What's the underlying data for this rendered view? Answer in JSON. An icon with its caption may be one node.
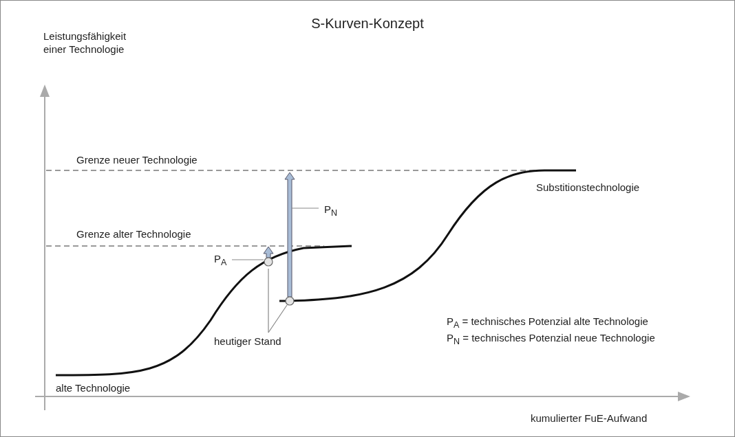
{
  "diagram": {
    "title": "S-Kurven-Konzept",
    "nodes": [
      {
        "text": [
          "heutiger Stand"
        ]
      },
      {
        "text": [],
        "shape": "circle"
      },
      {
        "text": [],
        "shape": "circle"
      },
      {
        "text": [
          "P$_{A}$"
        ]
      },
      {
        "text": [
          "P$_{N}$"
        ]
      }
    ],
    "edges": [
      {
        "from": 0,
        "to": 1,
        "arrow": "none"
      },
      {
        "from": 0,
        "to": 2,
        "arrow": "none"
      },
      {
        "from": 3,
        "to": 1,
        "arrow": "none"
      },
      {
        "from": 4,
        "to": null,
        "arrow": "none"
      },
      {
        "from": 1,
        "to": null,
        "arrow": "to",
        "style": "thick",
        "color": "#a8bcd6"
      },
      {
        "from": 2,
        "to": null,
        "arrow": "to",
        "style": "thick",
        "color": "#a8bcd6"
      }
    ],
    "labels": [
      "Leistungsfähigkeit einer Technologie",
      "Grenze neuer Technologie",
      "Substitionstechnologie",
      "Grenze alter Technologie",
      "P$_{A}$ = technisches Potenzial alte Technologie",
      "P$_{N}$ = technisches Potenzial neue Technologie",
      "alte Technologie",
      "kumulierter FuE-Aufwand"
    ]
  }
}
